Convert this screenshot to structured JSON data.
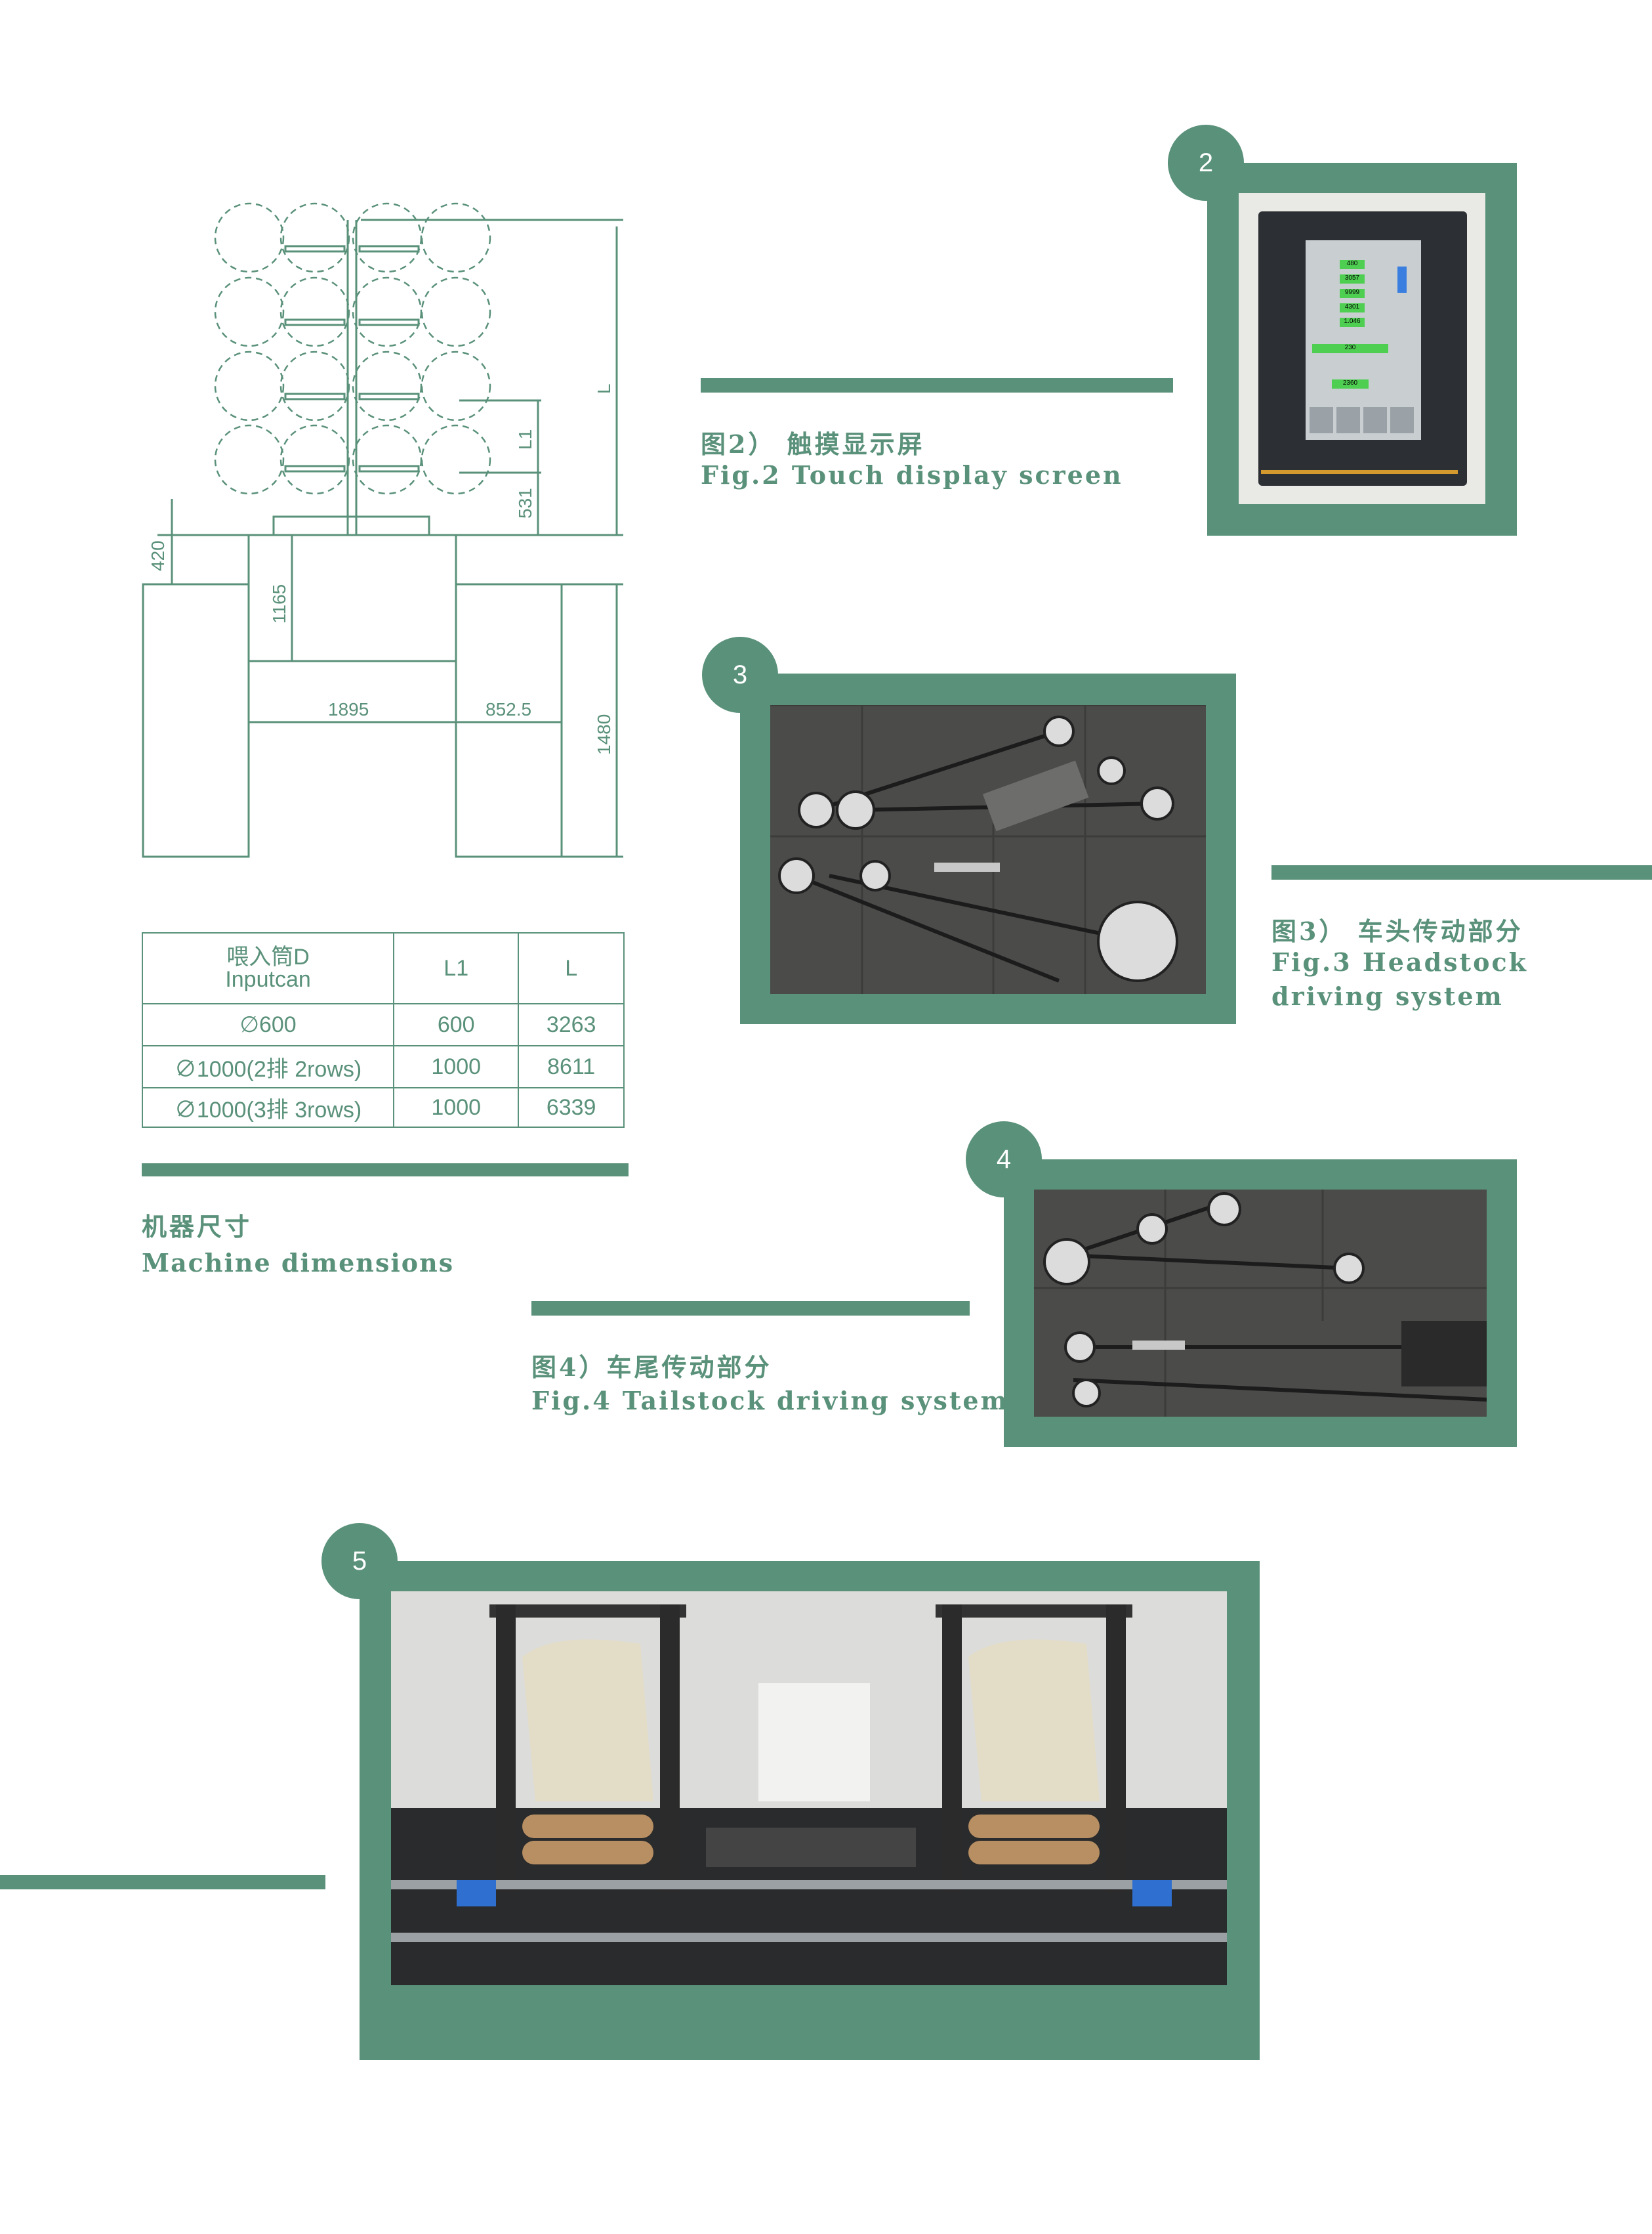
{
  "drawing": {
    "dims": {
      "d420": "420",
      "d1165": "1165",
      "d1895": "1895",
      "d852": "852.5",
      "d1480": "1480",
      "d531": "531",
      "dL1": "L1",
      "dL": "L"
    }
  },
  "table": {
    "header": {
      "col1_cn": "喂入筒D",
      "col1_en": "Inputcan",
      "col2": "L1",
      "col3": "L"
    },
    "rows": [
      {
        "d": "∅600",
        "l1": "600",
        "l": "3263"
      },
      {
        "d": "∅1000(2排 2rows)",
        "l1": "1000",
        "l": "8611"
      },
      {
        "d": "∅1000(3排 3rows)",
        "l1": "1000",
        "l": "6339"
      }
    ]
  },
  "captions": {
    "machine_cn": "机器尺寸",
    "machine_en": "Machine dimensions",
    "fig2_cn": "图2） 触摸显示屏",
    "fig2_en": "Fig.2  Touch display screen",
    "fig3_cn": "图3） 车头传动部分",
    "fig3_en_1": "Fig.3  Headstock",
    "fig3_en_2": "driving system",
    "fig4_cn": "图4）车尾传动部分",
    "fig4_en": "Fig.4  Tailstock driving system"
  },
  "badges": {
    "b2": "2",
    "b3": "3",
    "b4": "4",
    "b5": "5"
  },
  "screen": {
    "values": [
      "480",
      "3057",
      "9999",
      "4301",
      "1.046"
    ],
    "main_value": "230",
    "sub_value": "2360"
  },
  "colors": {
    "accent": "#5a917a",
    "photo_bg": "#4b4c4a"
  }
}
